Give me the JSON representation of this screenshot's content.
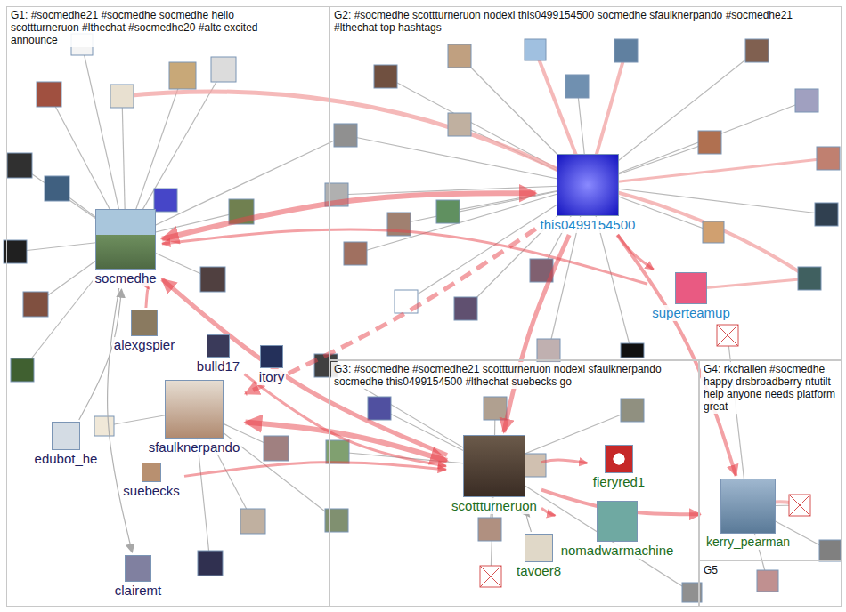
{
  "diagram": {
    "nodes": [
      {
        "text": [
          "G1: #socmedhe21 #socmedhe socmedhe hello scottturneruon #lthechat #socmedhe20 #altc excited announce"
        ]
      },
      {
        "text": [
          "socmedhe"
        ],
        "in": 0
      },
      {
        "text": [
          "alexgspier"
        ],
        "in": 0
      },
      {
        "text": [
          "bulld17"
        ],
        "in": 0
      },
      {
        "text": [
          "itory"
        ],
        "in": 0
      },
      {
        "text": [
          "sfaulknerpando"
        ],
        "in": 0
      },
      {
        "text": [
          "edubot_he"
        ],
        "in": 0
      },
      {
        "text": [
          "suebecks"
        ],
        "in": 0
      },
      {
        "text": [
          "clairemt"
        ],
        "in": 0
      },
      {
        "text": [
          "G2: #socmedhe scottturneruon nodexl this0499154500 socmedhe sfaulknerpando #socmedhe21 #lthechat top hashtags"
        ]
      },
      {
        "text": [
          "this0499154500"
        ],
        "in": 9
      },
      {
        "text": [
          "superteamup"
        ],
        "in": 9
      },
      {
        "text": [
          "G3: #socmedhe #socmedhe21 scottturneruon nodexl sfaulknerpando socmedhe this0499154500 #lthechat suebecks go"
        ]
      },
      {
        "text": [
          "scottturneruon"
        ],
        "in": 12
      },
      {
        "text": [
          "fieryred1"
        ],
        "in": 12
      },
      {
        "text": [
          "nomadwarmachine"
        ],
        "in": 12
      },
      {
        "text": [
          "tavoer8"
        ],
        "in": 12
      },
      {
        "text": [
          "G4: rkchallen #socmedhe happy drsbroadberry ntutilt help anyone needs platform great"
        ]
      },
      {
        "text": [
          "kerry_pearman"
        ],
        "in": 17
      },
      {
        "text": [
          "G5"
        ]
      }
    ],
    "edges": [
      {
        "from": 10,
        "to": 1,
        "arrow": "both"
      },
      {
        "from": 10,
        "to": 5,
        "arrow": "to"
      },
      {
        "from": 10,
        "to": 13,
        "arrow": "to"
      },
      {
        "from": 10,
        "to": 18,
        "arrow": "to"
      },
      {
        "from": 11,
        "to": 1,
        "arrow": "to"
      },
      {
        "from": 13,
        "to": 1,
        "arrow": "to"
      },
      {
        "from": 13,
        "to": 5,
        "arrow": "both"
      },
      {
        "from": 13,
        "to": 18,
        "arrow": "to"
      },
      {
        "from": 13,
        "to": 15,
        "arrow": "to"
      },
      {
        "from": 13,
        "to": 14,
        "arrow": "to"
      },
      {
        "from": 6,
        "to": 1,
        "arrow": "to"
      },
      {
        "from": 1,
        "to": 8,
        "arrow": "to"
      },
      {
        "from": 2,
        "to": 1,
        "arrow": "to"
      },
      {
        "from": 7,
        "to": 13,
        "arrow": "to"
      },
      {
        "from": 16,
        "to": 13,
        "arrow": "to"
      },
      {
        "from": 10,
        "to": 11,
        "arrow": "to"
      },
      {
        "from": 3,
        "to": 13,
        "arrow": "to"
      }
    ]
  }
}
